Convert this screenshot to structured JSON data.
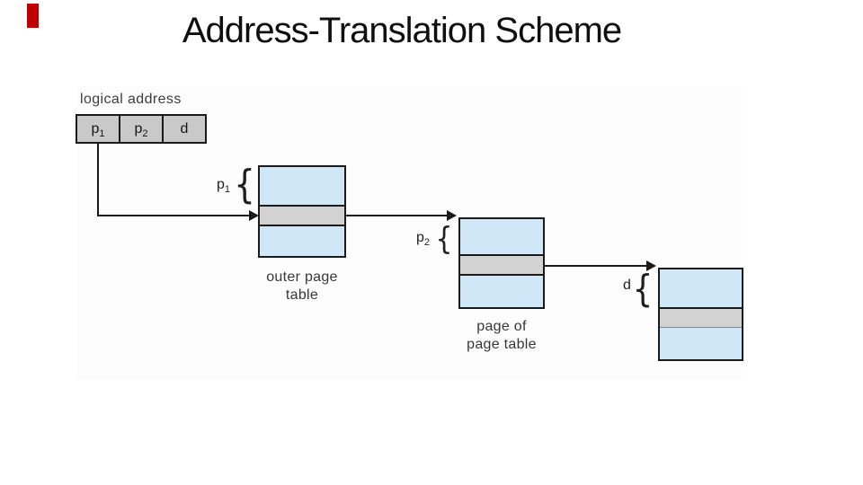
{
  "slide": {
    "title": "Address-Translation Scheme",
    "accent_bar_color": "#c00000",
    "background": "#ffffff"
  },
  "diagram": {
    "colors": {
      "table_fill": "#cfe7f7",
      "highlight_row_fill": "#d2d2d2",
      "logical_box_fill": "#c9c9c9",
      "line": "#1a1a1a"
    },
    "logical_address": {
      "caption": "logical address",
      "cells": [
        {
          "base": "p",
          "sub": "1"
        },
        {
          "base": "p",
          "sub": "2"
        },
        {
          "base": "d",
          "sub": ""
        }
      ]
    },
    "pointers": {
      "p1": {
        "base": "p",
        "sub": "1"
      },
      "p2": {
        "base": "p",
        "sub": "2"
      },
      "d": {
        "base": "d",
        "sub": ""
      }
    },
    "brace_glyph": "{",
    "labels": {
      "outer_table_line1": "outer page",
      "outer_table_line2": "table",
      "page_table_line1": "page of",
      "page_table_line2": "page table"
    }
  }
}
